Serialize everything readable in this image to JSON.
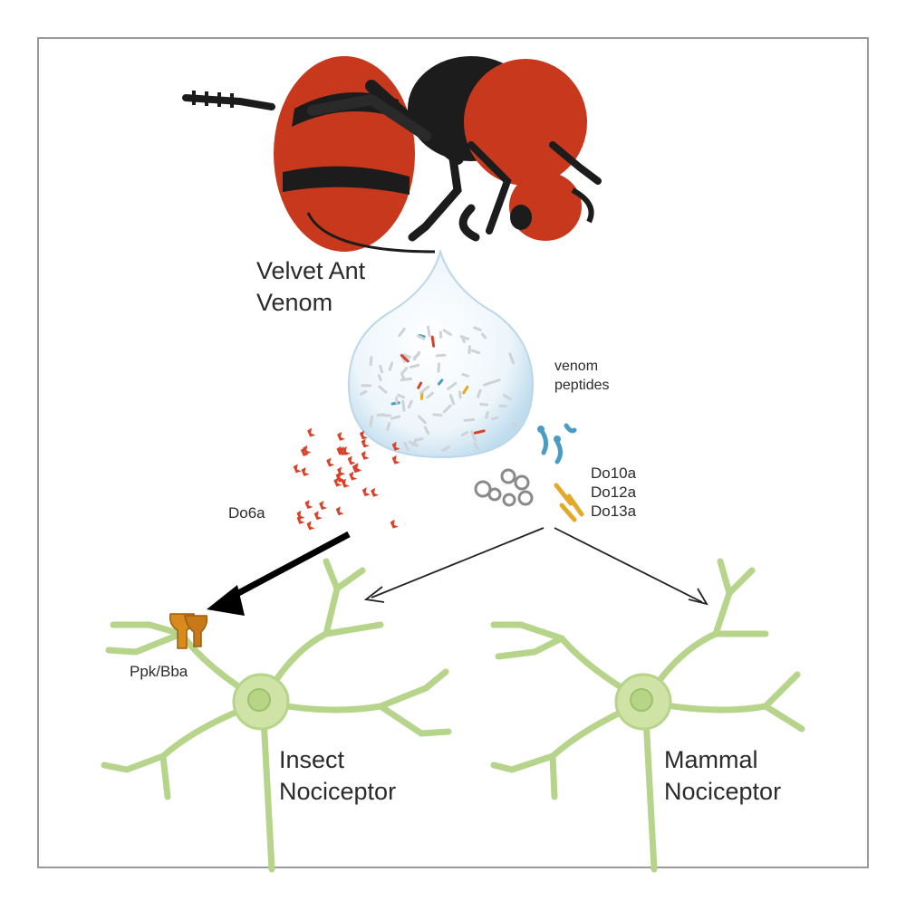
{
  "source": {
    "title_line1": "Velvet Ant",
    "title_line2": "Venom"
  },
  "peptides": {
    "label_line1": "venom",
    "label_line2": "peptides",
    "do6a": "Do6a",
    "do10a": "Do10a",
    "do12a": "Do12a",
    "do13a": "Do13a"
  },
  "receptor": {
    "label": "Ppk/Bba"
  },
  "targets": {
    "insect_line1": "Insect",
    "insect_line2": "Nociceptor",
    "mammal_line1": "Mammal",
    "mammal_line2": "Nociceptor"
  },
  "colors": {
    "ant_red": "#c8381c",
    "ant_black": "#1c1c1c",
    "venom_drop": "#cfe6f3",
    "neuron_fill": "#cfe3a6",
    "neuron_stroke": "#9cc26a",
    "do6a_red": "#d9412a",
    "peptide_blue": "#4a9cc4",
    "peptide_yellow": "#e3a92a",
    "peptide_gray": "#9a9a9a",
    "receptor_orange": "#d98a1c"
  }
}
